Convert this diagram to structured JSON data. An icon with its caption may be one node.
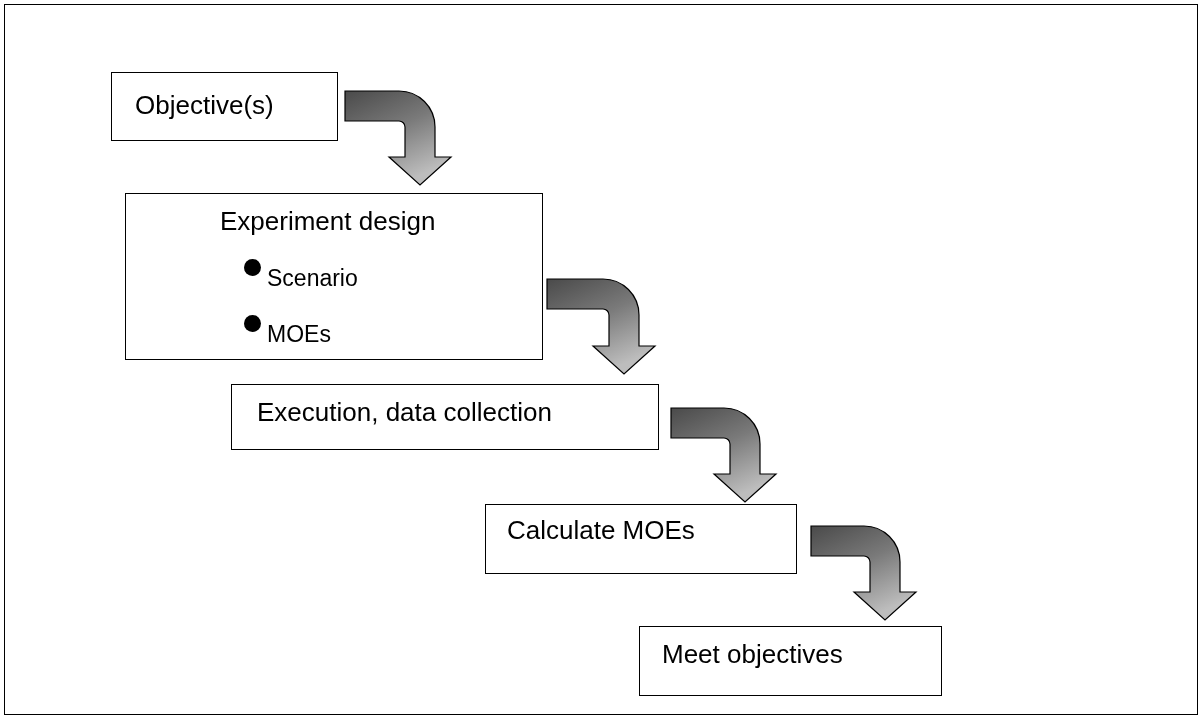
{
  "diagram": {
    "nodes": [
      {
        "text": [
          "Objective(s)"
        ]
      },
      {
        "text": [
          "Experiment design",
          "Scenario",
          "MOEs"
        ]
      },
      {
        "text": [
          "Execution, data collection"
        ]
      },
      {
        "text": [
          "Calculate MOEs"
        ]
      },
      {
        "text": [
          "Meet objectives"
        ]
      }
    ],
    "edges": [
      {
        "from": 0,
        "to": 1,
        "arrow": "to"
      },
      {
        "from": 1,
        "to": 2,
        "arrow": "to"
      },
      {
        "from": 2,
        "to": 3,
        "arrow": "to"
      },
      {
        "from": 3,
        "to": 4,
        "arrow": "to"
      }
    ]
  }
}
